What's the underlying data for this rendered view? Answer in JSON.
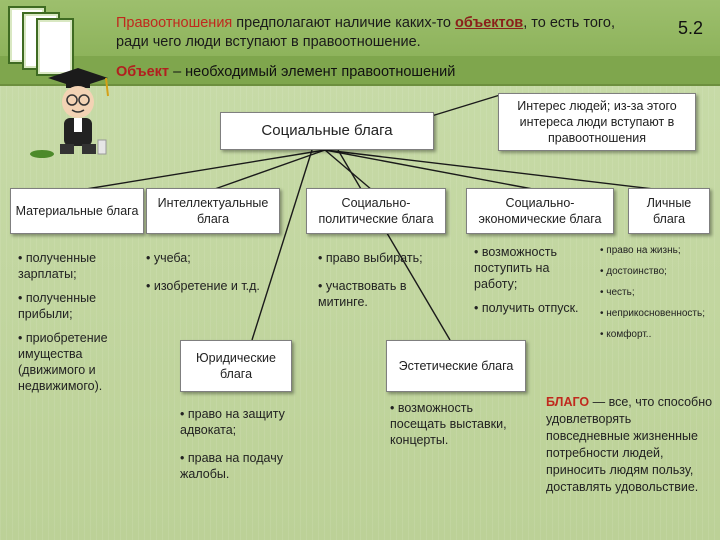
{
  "header": {
    "pre_text": "Правоотношения",
    "mid_text": " предполагают наличие каких-то ",
    "underlined": "объектов",
    "post_text": ", то есть того, ради чего люди вступают в правоотношение.",
    "slide_number": "5.2",
    "object_term": "Объект",
    "object_def": " – необходимый элемент правоотношений"
  },
  "center": {
    "title": "Социальные блага"
  },
  "interest_box": "Интерес людей; из-за этого интереса люди вступают в правоотношения",
  "categories": [
    {
      "label": "Материальные блага",
      "items": [
        "• полученные зарплаты;",
        "• полученные прибыли;",
        "• приобретение имущества (движимого и недвижимого)."
      ]
    },
    {
      "label": "Интеллектуальные блага",
      "items": [
        "• учеба;",
        "• изобретение и т.д."
      ]
    },
    {
      "label": "Социально-политические блага",
      "items": [
        "• право выбирать;",
        "• участвовать в митинге."
      ]
    },
    {
      "label": "Социально-экономические блага",
      "items": [
        "• возможность поступить на работу;",
        "• получить отпуск."
      ]
    },
    {
      "label": "Личные блага",
      "items": [
        "• право на жизнь;",
        "• достоинство;",
        "• честь;",
        "• неприкосновенность;",
        "• комфорт.."
      ]
    }
  ],
  "subcategories": [
    {
      "label": "Юридические блага",
      "items": [
        "• право на защиту адвоката;",
        "• права на подачу жалобы."
      ]
    },
    {
      "label": "Эстетические блага",
      "items": [
        "• возможность посещать выставки, концерты."
      ]
    }
  ],
  "definition": {
    "term": "БЛАГО",
    "text": " — все, что способно удовлетворять повседневные жизненные потребности людей, приносить людям пользу, доставлять удовольствие."
  },
  "colors": {
    "header_bg": "#8fb35c",
    "accent_red": "#c0291d",
    "bg": "#c4d8a2"
  }
}
